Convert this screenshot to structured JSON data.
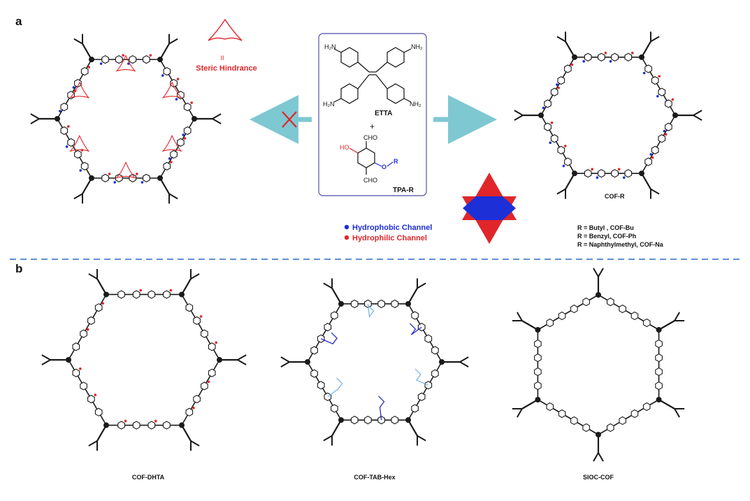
{
  "panels": {
    "a": "a",
    "b": "b"
  },
  "panel_a": {
    "steric_hindrance": "Steric Hindrance",
    "steric_symbol": "II",
    "etta_label": "ETTA",
    "plus": "+",
    "tpa_label": "TPA-R",
    "nh2": "NH₂",
    "h2n": "H₂N",
    "cho": "CHO",
    "ho": "HO",
    "r_group": "R",
    "cof_r_label": "COF-R",
    "r_variants": [
      "R = Butyl , COF-Bu",
      "R = Benzyl, COF-Ph",
      "R = Naphthylmethyl, COF-Na"
    ],
    "legend": [
      {
        "text": "Hydrophobic Channel",
        "color": "#1d2fd6"
      },
      {
        "text": "Hydrophilic Channel",
        "color": "#e0262b"
      }
    ]
  },
  "panel_b": {
    "structures": [
      "COF-DHTA",
      "COF-TAB-Hex",
      "SIOC-COF"
    ]
  },
  "colors": {
    "arrow": "#7ec8d2",
    "cross": "#e0262b",
    "divider": "#2f6cc6",
    "hydrophobic": "#1d2fd6",
    "hydrophilic": "#e0262b",
    "box_border": "#6b6bb8"
  }
}
